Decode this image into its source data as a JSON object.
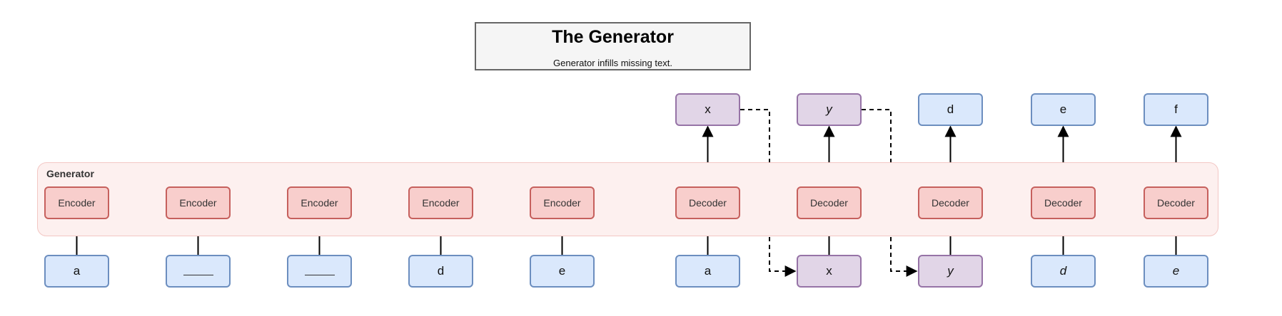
{
  "title": "The Generator",
  "subtitle": "Generator infills missing text.",
  "group_label": "Generator",
  "encoders": [
    {
      "label": "Encoder",
      "input": "a"
    },
    {
      "label": "Encoder",
      "input": ""
    },
    {
      "label": "Encoder",
      "input": ""
    },
    {
      "label": "Encoder",
      "input": "d"
    },
    {
      "label": "Encoder",
      "input": "e"
    }
  ],
  "decoders": [
    {
      "label": "Decoder",
      "input": "a",
      "output": "x"
    },
    {
      "label": "Decoder",
      "input": "x",
      "output": "y"
    },
    {
      "label": "Decoder",
      "input": "y",
      "output": "d"
    },
    {
      "label": "Decoder",
      "input": "d",
      "output": "e"
    },
    {
      "label": "Decoder",
      "input": "e",
      "output": "f"
    }
  ],
  "colors": {
    "encoder_fill": "#f8cecc",
    "encoder_stroke": "#c6605d",
    "input_fill": "#dae8fc",
    "input_stroke": "#6c8ebf",
    "generated_fill": "#e1d5e7",
    "generated_stroke": "#9673a6",
    "red_arrow": "#d32f2f"
  }
}
